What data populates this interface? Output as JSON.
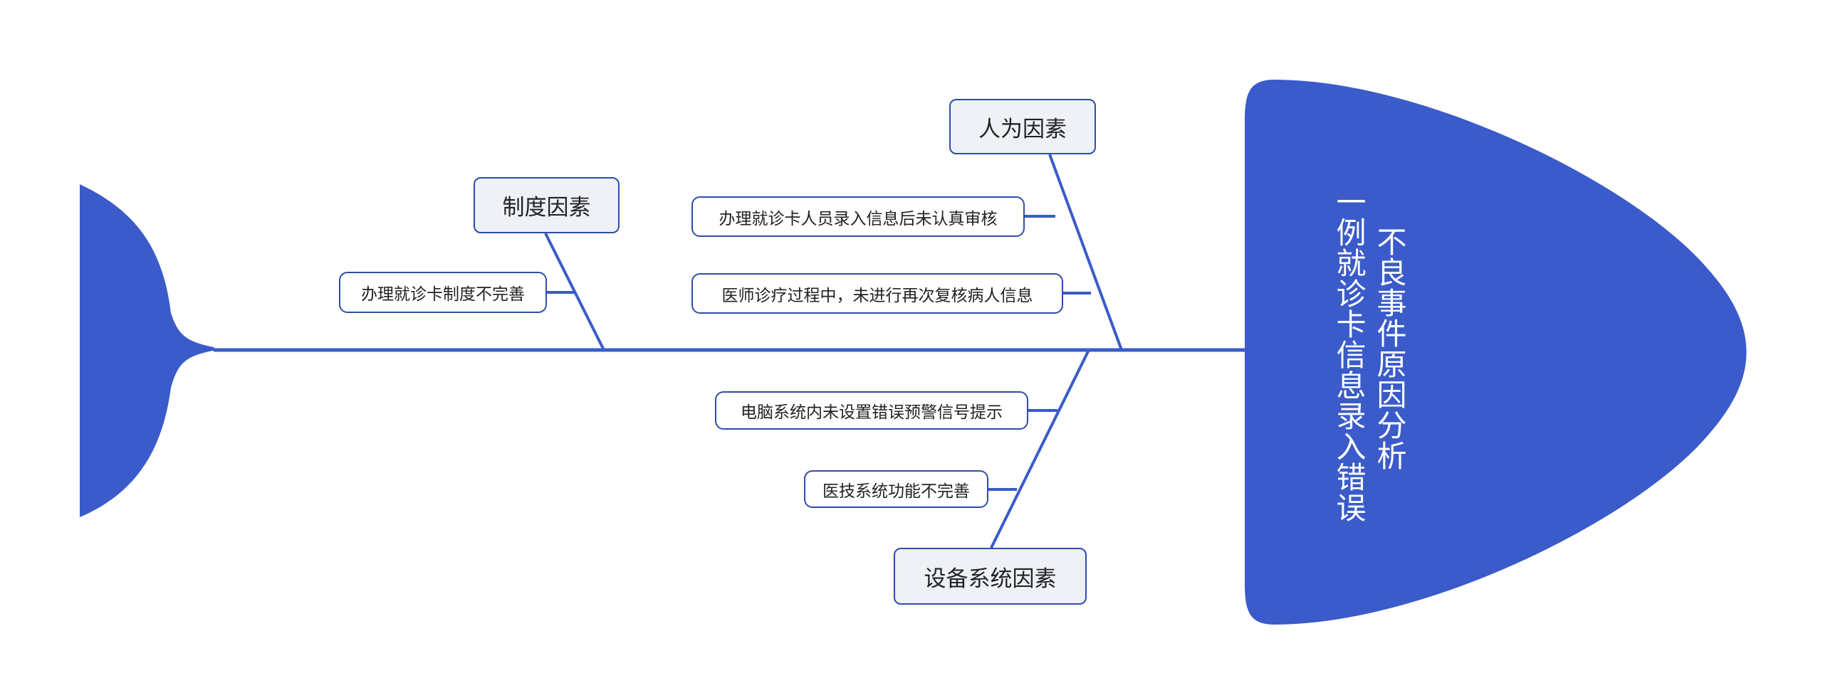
{
  "colors": {
    "accent": "#3a5bc9",
    "node_fill": "#eef1f5",
    "node_border": "#2f4da8"
  },
  "head": {
    "title_line1": "不良事件原因分析",
    "title_line2": "一例就诊卡信息录入错误"
  },
  "categories": [
    {
      "label": "人为因素",
      "causes": [
        "办理就诊卡人员录入信息后未认真审核",
        "医师诊疗过程中，未进行再次复核病人信息"
      ]
    },
    {
      "label": "制度因素",
      "causes": [
        "办理就诊卡制度不完善"
      ]
    },
    {
      "label": "设备系统因素",
      "causes": [
        "电脑系统内未设置错误预警信号提示",
        "医技系统功能不完善"
      ]
    }
  ]
}
